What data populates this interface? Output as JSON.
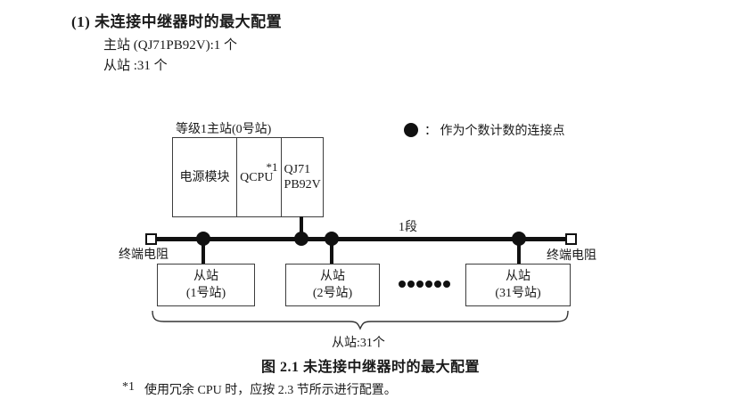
{
  "colors": {
    "background": "#ffffff",
    "text": "#1a1a1a",
    "line": "#111111",
    "box_border": "#3d3d3d"
  },
  "header": {
    "title": "(1) 未连接中继器时的最大配置",
    "master_count_line": "主站 (QJ71PB92V):1 个",
    "slave_count_line": "从站 :31 个"
  },
  "legend": {
    "marker": "connection-point",
    "text": "： 作为个数计数的连接点"
  },
  "diagram": {
    "master": {
      "label": "等级1主站(0号站)",
      "modules": {
        "power": "电源模块",
        "cpu": "QCPU",
        "cpu_note": "*1",
        "network": "QJ71\nPB92V"
      }
    },
    "segment_label": "1段",
    "terminator_left": "终端电阻",
    "terminator_right": "终端电阻",
    "slaves": [
      {
        "label": "从站\n(1号站)"
      },
      {
        "label": "从站\n(2号站)"
      },
      {
        "label": "从站\n(31号站)"
      }
    ],
    "brace_label": "从站:31个"
  },
  "caption": "图 2.1 未连接中继器时的最大配置",
  "footnote": {
    "marker": "*1",
    "text": "使用冗余 CPU 时，应按 2.3 节所示进行配置。"
  }
}
